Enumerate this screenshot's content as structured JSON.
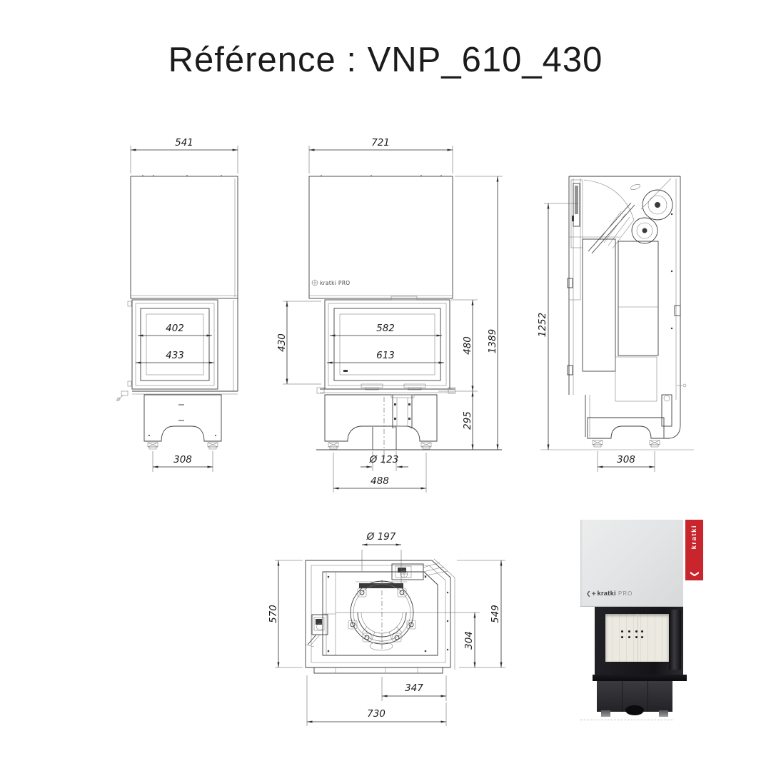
{
  "header": {
    "title": "Référence : VNP_610_430"
  },
  "views": {
    "left": {
      "label": "left-side-elevation",
      "top_width": "541",
      "glass_width": "402",
      "opening_width": "433",
      "feet_spacing": "308"
    },
    "front": {
      "label": "front-elevation",
      "logo": "kratki PRO",
      "top_width": "721",
      "glass_width": "582",
      "opening_width": "613",
      "glass_height": "430",
      "firebox_height": "480",
      "total_height": "1389",
      "base_height": "295",
      "flue_hole": "Ø 123",
      "feet_spacing": "488"
    },
    "right": {
      "label": "right-side-elevation",
      "height": "1252",
      "feet_spacing": "308"
    },
    "top": {
      "label": "top-plan-view",
      "flue_diameter": "Ø 197",
      "depth_left": "570",
      "depth_right": "549",
      "flue_center_depth": "304",
      "flue_offset": "347",
      "total_width": "730"
    }
  },
  "photo": {
    "hood_logo": {
      "arrow": "❮",
      "mark": "✚",
      "brand": "kratki",
      "suffix": "PRO"
    },
    "banner": {
      "brand": "kratki",
      "arrow": "❮"
    },
    "colors": {
      "brand_red": "#c9252d",
      "hood_gray": "#e2e3e5",
      "firebox_black": "#17171a"
    }
  },
  "drawing": {
    "line_color": "#3d3d3d",
    "dim_color": "#1c1c1c"
  }
}
